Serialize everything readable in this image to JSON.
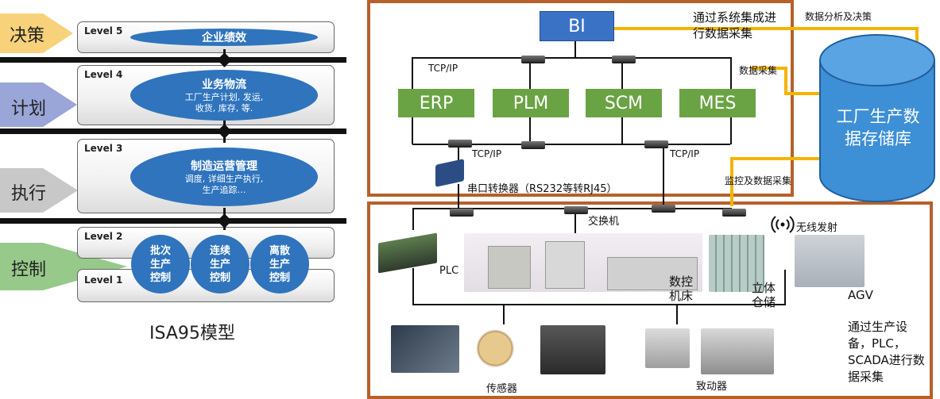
{
  "isa95": {
    "caption": "ISA95模型",
    "arrows": [
      {
        "label": "决策",
        "color": "#f7d27a"
      },
      {
        "label": "计划",
        "color": "#9aa6d8"
      },
      {
        "label": "执行",
        "color": "#c8c8c8"
      },
      {
        "label": "控制",
        "color": "#97c98a"
      }
    ],
    "levels": [
      "Level 5",
      "Level 4",
      "Level 3",
      "Level 2",
      "Level 1"
    ],
    "l5_title": "企业绩效",
    "l4_title": "业务物流",
    "l4_sub1": "工厂生产计划, 发运,",
    "l4_sub2": "收货, 库存, 等.",
    "l3_title": "制造运营管理",
    "l3_sub1": "调度, 详细生产执行,",
    "l3_sub2": "生产追踪…",
    "control_circles": [
      "批次\n生产\n控制",
      "连续\n生产\n控制",
      "离散\n生产\n控制"
    ]
  },
  "system": {
    "bi": "BI",
    "integration_note": "通过系统集成进行数据采集",
    "tcpip_1": "TCP/IP",
    "tcpip_2": "TCP/IP",
    "tcpip_3": "TCP/IP",
    "apps": [
      "ERP",
      "PLM",
      "SCM",
      "MES"
    ],
    "serial_converter": "串口转换器（RS232等转RJ45）",
    "data_analysis": "数据分析及决策",
    "data_collection": "数据采集",
    "monitor_collection": "监控及数据采集",
    "database": "工厂生产数据存储库"
  },
  "field": {
    "switch": "交换机",
    "wireless": "无线发射",
    "plc": "PLC",
    "cnc": "数控机床",
    "storage": "立体仓储",
    "agv": "AGV",
    "sensor": "传感器",
    "actuator": "致动器",
    "note": "通过生产设备，PLC，SCADA进行数据采集",
    "wireless_icon": "wireless-signal-icon"
  },
  "colors": {
    "frame": "#b6602a",
    "app_green": "#6aa343",
    "bi_blue": "#3a73c6",
    "ellipse_blue": "#2f74bd",
    "database_blue": "#3d8fd6",
    "data_line": "#f4b400"
  }
}
